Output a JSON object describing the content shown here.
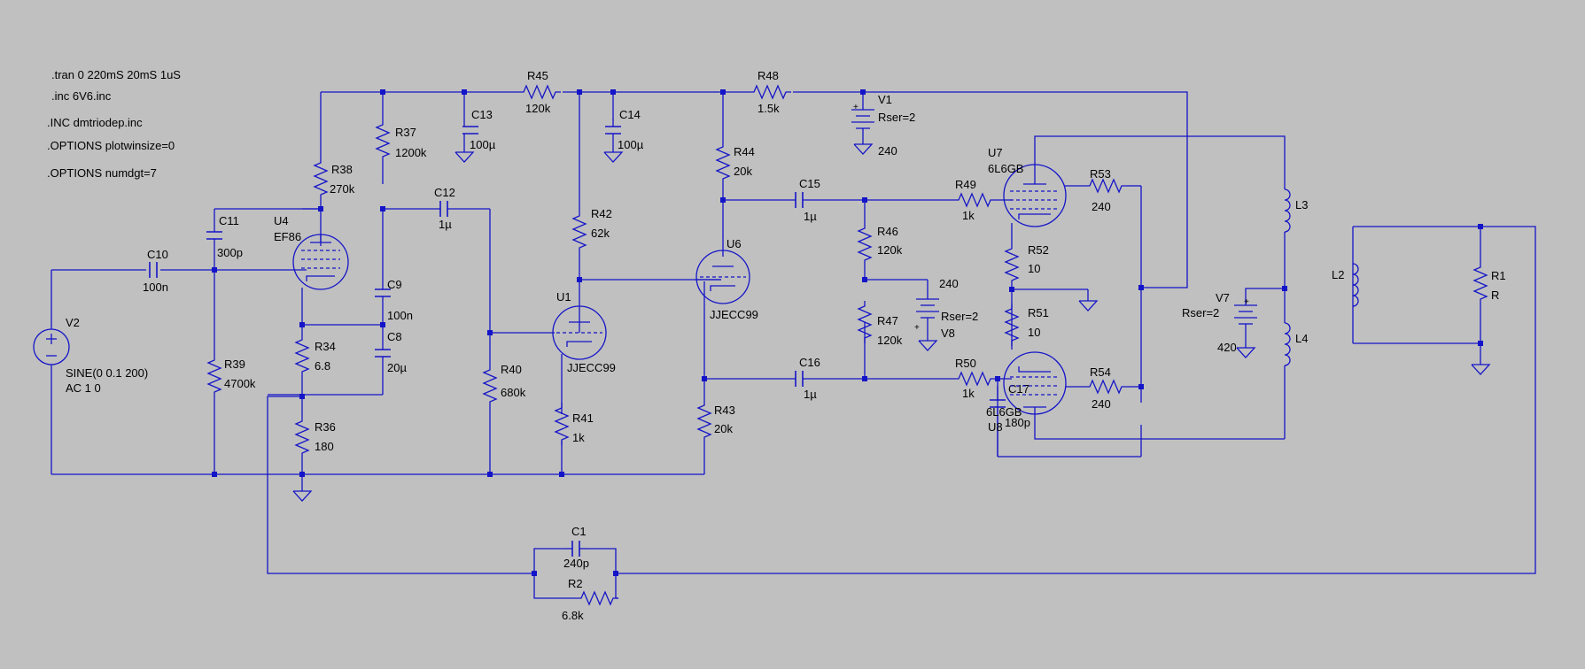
{
  "directives": [
    ".tran 0 220mS 20mS 1uS",
    ".inc 6V6.inc",
    ".INC dmtriodep.inc",
    ".OPTIONS plotwinsize=0",
    ".OPTIONS numdgt=7"
  ],
  "resistors": {
    "R45": {
      "ref": "R45",
      "val": "120k"
    },
    "R48": {
      "ref": "R48",
      "val": "1.5k"
    },
    "R37": {
      "ref": "R37",
      "val": "1200k"
    },
    "R38": {
      "ref": "R38",
      "val": "270k"
    },
    "R42": {
      "ref": "R42",
      "val": "62k"
    },
    "R44": {
      "ref": "R44",
      "val": "20k"
    },
    "R46": {
      "ref": "R46",
      "val": "120k"
    },
    "R47": {
      "ref": "R47",
      "val": "120k"
    },
    "R49": {
      "ref": "R49",
      "val": "1k"
    },
    "R50": {
      "ref": "R50",
      "val": "1k"
    },
    "R52": {
      "ref": "R52",
      "val": "10"
    },
    "R51": {
      "ref": "R51",
      "val": "10"
    },
    "R53": {
      "ref": "R53",
      "val": "240"
    },
    "R54": {
      "ref": "R54",
      "val": "240"
    },
    "R39": {
      "ref": "R39",
      "val": "4700k"
    },
    "R34": {
      "ref": "R34",
      "val": "6.8"
    },
    "R36": {
      "ref": "R36",
      "val": "180"
    },
    "R40": {
      "ref": "R40",
      "val": "680k"
    },
    "R41": {
      "ref": "R41",
      "val": "1k"
    },
    "R43": {
      "ref": "R43",
      "val": "20k"
    },
    "R2": {
      "ref": "R2",
      "val": "6.8k"
    },
    "R1": {
      "ref": "R1",
      "val": "R"
    }
  },
  "capacitors": {
    "C13": {
      "ref": "C13",
      "val": "100µ"
    },
    "C14": {
      "ref": "C14",
      "val": "100µ"
    },
    "C11": {
      "ref": "C11",
      "val": "300p"
    },
    "C12": {
      "ref": "C12",
      "val": "1µ"
    },
    "C10": {
      "ref": "C10",
      "val": "100n"
    },
    "C9": {
      "ref": "C9",
      "val": "100n"
    },
    "C8": {
      "ref": "C8",
      "val": "20µ"
    },
    "C15": {
      "ref": "C15",
      "val": "1µ"
    },
    "C16": {
      "ref": "C16",
      "val": "1µ"
    },
    "C17": {
      "ref": "C17",
      "val": "180p"
    },
    "C1": {
      "ref": "C1",
      "val": "240p"
    }
  },
  "tubes": {
    "U4": {
      "ref": "U4",
      "model": "EF86"
    },
    "U1": {
      "ref": "U1",
      "model": "JJECC99"
    },
    "U6": {
      "ref": "U6",
      "model": "JJECC99"
    },
    "U7": {
      "ref": "U7",
      "model": "6L6GB"
    },
    "U8": {
      "ref": "U8",
      "model": "6L6GB"
    }
  },
  "sources": {
    "V1": {
      "ref": "V1",
      "rser": "Rser=2",
      "val": "240"
    },
    "V8": {
      "ref": "V8",
      "rser": "Rser=2",
      "val": "240"
    },
    "V7": {
      "ref": "V7",
      "rser": "Rser=2",
      "val": "420"
    },
    "V2": {
      "ref": "V2",
      "line1": "SINE(0 0.1 200)",
      "line2": "AC 1 0"
    }
  },
  "inductors": {
    "L2": {
      "ref": "L2"
    },
    "L3": {
      "ref": "L3"
    },
    "L4": {
      "ref": "L4"
    }
  },
  "colors": {
    "background": "#c0c0c0",
    "wire": "#1414c8",
    "text": "#000000"
  }
}
